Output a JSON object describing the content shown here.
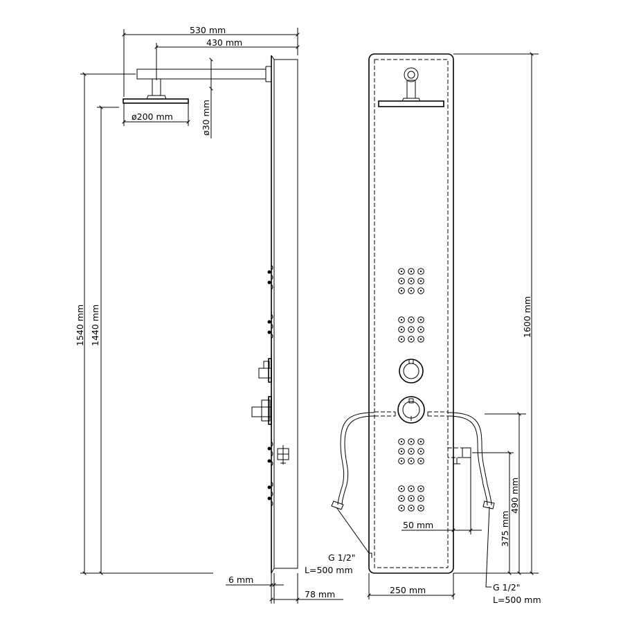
{
  "dimensions": {
    "width_530": "530 mm",
    "width_430": "430 mm",
    "head_dia": "ø200 mm",
    "arm_dia": "ø30 mm",
    "h_1540": "1540 mm",
    "h_1440": "1440 mm",
    "h_1600": "1600 mm",
    "thick_6": "6 mm",
    "depth_78": "78 mm",
    "width_250": "250 mm",
    "offset_50": "50 mm",
    "h_375": "375 mm",
    "h_490": "490 mm"
  },
  "hoses": {
    "left_thread": "G 1/2\"",
    "left_length": "L=500 mm",
    "right_thread": "G 1/2\"",
    "right_length": "L=500 mm"
  }
}
